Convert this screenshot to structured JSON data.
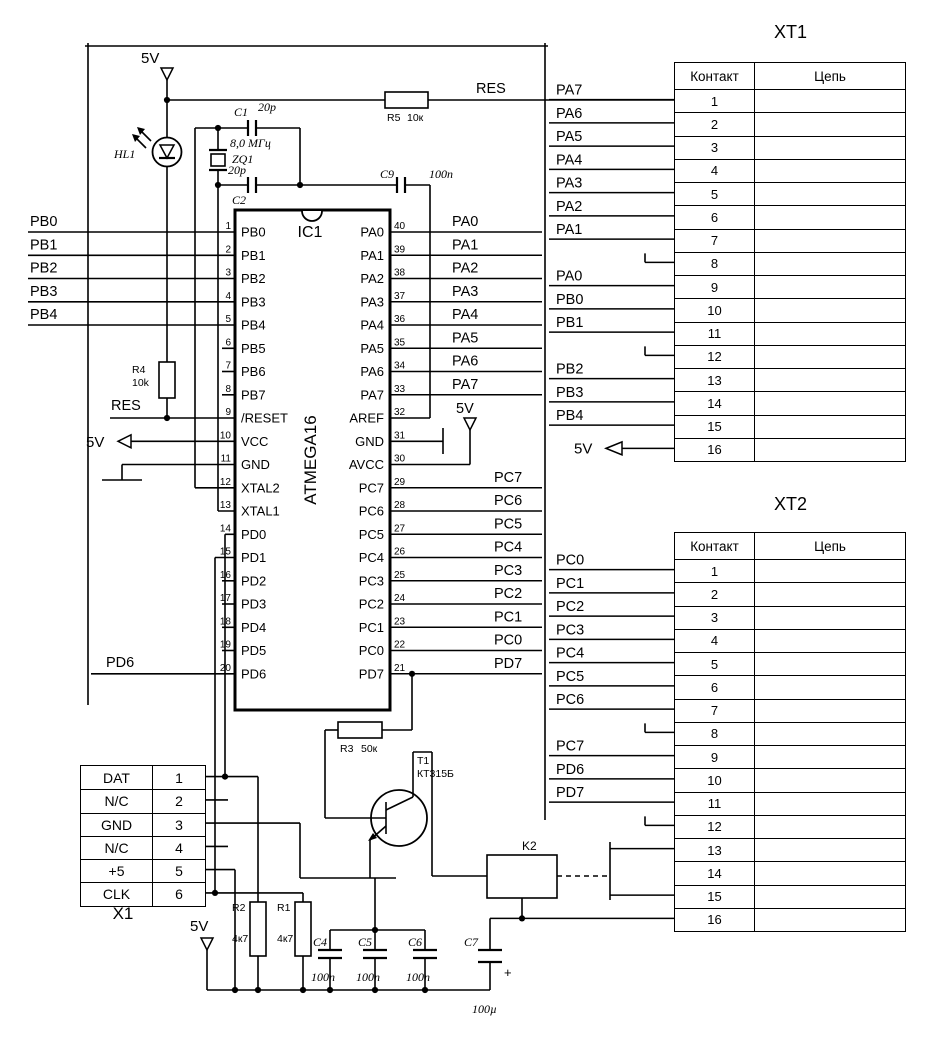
{
  "labels": {
    "v5": "5V",
    "res": "RES",
    "pd6": "PD6",
    "pb": [
      "PB0",
      "PB1",
      "PB2",
      "PB3",
      "PB4"
    ]
  },
  "ic": {
    "ref": "IC1",
    "part": "ATMEGA16",
    "left_pins": [
      {
        "num": "1",
        "name": "PB0"
      },
      {
        "num": "2",
        "name": "PB1"
      },
      {
        "num": "3",
        "name": "PB2"
      },
      {
        "num": "4",
        "name": "PB3"
      },
      {
        "num": "5",
        "name": "PB4"
      },
      {
        "num": "6",
        "name": "PB5"
      },
      {
        "num": "7",
        "name": "PB6"
      },
      {
        "num": "8",
        "name": "PB7"
      },
      {
        "num": "9",
        "name": "/RESET"
      },
      {
        "num": "10",
        "name": "VCC"
      },
      {
        "num": "11",
        "name": "GND"
      },
      {
        "num": "12",
        "name": "XTAL2"
      },
      {
        "num": "13",
        "name": "XTAL1"
      },
      {
        "num": "14",
        "name": "PD0"
      },
      {
        "num": "15",
        "name": "PD1"
      },
      {
        "num": "16",
        "name": "PD2"
      },
      {
        "num": "17",
        "name": "PD3"
      },
      {
        "num": "18",
        "name": "PD4"
      },
      {
        "num": "19",
        "name": "PD5"
      },
      {
        "num": "20",
        "name": "PD6"
      }
    ],
    "right_pins": [
      {
        "num": "40",
        "name": "PA0"
      },
      {
        "num": "39",
        "name": "PA1"
      },
      {
        "num": "38",
        "name": "PA2"
      },
      {
        "num": "37",
        "name": "PA3"
      },
      {
        "num": "36",
        "name": "PA4"
      },
      {
        "num": "35",
        "name": "PA5"
      },
      {
        "num": "34",
        "name": "PA6"
      },
      {
        "num": "33",
        "name": "PA7"
      },
      {
        "num": "32",
        "name": "AREF"
      },
      {
        "num": "31",
        "name": "GND"
      },
      {
        "num": "30",
        "name": "AVCC"
      },
      {
        "num": "29",
        "name": "PC7"
      },
      {
        "num": "28",
        "name": "PC6"
      },
      {
        "num": "27",
        "name": "PC5"
      },
      {
        "num": "26",
        "name": "PC4"
      },
      {
        "num": "25",
        "name": "PC3"
      },
      {
        "num": "24",
        "name": "PC2"
      },
      {
        "num": "23",
        "name": "PC1"
      },
      {
        "num": "22",
        "name": "PC0"
      },
      {
        "num": "21",
        "name": "PD7"
      }
    ]
  },
  "components": {
    "hl1": {
      "ref": "HL1"
    },
    "r4": {
      "ref": "R4",
      "value": "10k"
    },
    "r5": {
      "ref": "R5",
      "value": "10к"
    },
    "c1": {
      "ref": "C1",
      "value": "20p"
    },
    "c2": {
      "ref": "C2",
      "value": "20p"
    },
    "zq1": {
      "ref": "ZQ1",
      "value": "8,0 МГц"
    },
    "c9": {
      "ref": "C9",
      "value": "100n"
    },
    "r3": {
      "ref": "R3",
      "value": "50к"
    },
    "t1": {
      "ref": "T1",
      "value": "КТ315Б"
    },
    "k2": {
      "ref": "K2"
    },
    "r2": {
      "ref": "R2",
      "value": "4к7"
    },
    "r1": {
      "ref": "R1",
      "value": "4к7"
    },
    "c4": {
      "ref": "C4",
      "value": "100n"
    },
    "c5": {
      "ref": "C5",
      "value": "100n"
    },
    "c6": {
      "ref": "C6",
      "value": "100n"
    },
    "c7": {
      "ref": "C7",
      "value": "100µ",
      "polarity": "+"
    }
  },
  "xt1": {
    "title": "XT1",
    "headers": [
      "Контакт",
      "Цепь"
    ],
    "rows": [
      {
        "pin": "1",
        "net": ""
      },
      {
        "pin": "2",
        "net": ""
      },
      {
        "pin": "3",
        "net": ""
      },
      {
        "pin": "4",
        "net": ""
      },
      {
        "pin": "5",
        "net": ""
      },
      {
        "pin": "6",
        "net": ""
      },
      {
        "pin": "7",
        "net": ""
      },
      {
        "pin": "8",
        "net": ""
      },
      {
        "pin": "9",
        "net": ""
      },
      {
        "pin": "10",
        "net": ""
      },
      {
        "pin": "11",
        "net": ""
      },
      {
        "pin": "12",
        "net": ""
      },
      {
        "pin": "13",
        "net": ""
      },
      {
        "pin": "14",
        "net": ""
      },
      {
        "pin": "15",
        "net": ""
      },
      {
        "pin": "16",
        "net": ""
      }
    ],
    "wire_labels": {
      "1": "PA7",
      "2": "PA6",
      "3": "PA5",
      "4": "PA4",
      "5": "PA3",
      "6": "PA2",
      "7": "PA1",
      "9": "PA0",
      "10": "PB0",
      "11": "PB1",
      "13": "PB2",
      "14": "PB3",
      "15": "PB4",
      "16": "5V"
    }
  },
  "xt2": {
    "title": "XT2",
    "headers": [
      "Контакт",
      "Цепь"
    ],
    "rows": [
      {
        "pin": "1",
        "net": ""
      },
      {
        "pin": "2",
        "net": ""
      },
      {
        "pin": "3",
        "net": ""
      },
      {
        "pin": "4",
        "net": ""
      },
      {
        "pin": "5",
        "net": ""
      },
      {
        "pin": "6",
        "net": ""
      },
      {
        "pin": "7",
        "net": ""
      },
      {
        "pin": "8",
        "net": ""
      },
      {
        "pin": "9",
        "net": ""
      },
      {
        "pin": "10",
        "net": ""
      },
      {
        "pin": "11",
        "net": ""
      },
      {
        "pin": "12",
        "net": ""
      },
      {
        "pin": "13",
        "net": ""
      },
      {
        "pin": "14",
        "net": ""
      },
      {
        "pin": "15",
        "net": ""
      },
      {
        "pin": "16",
        "net": ""
      }
    ],
    "wire_labels": {
      "1": "PC0",
      "2": "PC1",
      "3": "PC2",
      "4": "PC3",
      "5": "PC4",
      "6": "PC5",
      "7": "PC6",
      "9": "PC7",
      "10": "PD6",
      "11": "PD7"
    }
  },
  "x1": {
    "title": "X1",
    "rows": [
      {
        "name": "DAT",
        "pin": "1"
      },
      {
        "name": "N/C",
        "pin": "2"
      },
      {
        "name": "GND",
        "pin": "3"
      },
      {
        "name": "N/C",
        "pin": "4"
      },
      {
        "name": "+5",
        "pin": "5"
      },
      {
        "name": "CLK",
        "pin": "6"
      }
    ]
  }
}
